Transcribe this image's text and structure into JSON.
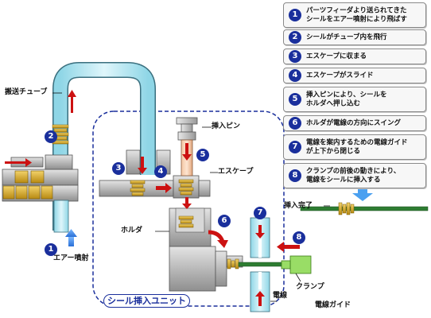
{
  "steps": [
    {
      "num": "1",
      "text": "パーツフィーダより送られてきた\nシールをエアー噴射により飛ばす"
    },
    {
      "num": "2",
      "text": "シールがチューブ内を飛行"
    },
    {
      "num": "3",
      "text": "エスケープに収まる"
    },
    {
      "num": "4",
      "text": "エスケープがスライド"
    },
    {
      "num": "5",
      "text": "挿入ピンにより、シールを\nホルダへ押し込む"
    },
    {
      "num": "6",
      "text": "ホルダが電線の方向にスイング"
    },
    {
      "num": "7",
      "text": "電線を案内するための電線ガイド\nが上下から閉じる"
    },
    {
      "num": "8",
      "text": "クランプの前後の動きにより、\n電線をシールに挿入する"
    }
  ],
  "labels": {
    "transfer_tube": "搬送チューブ",
    "insert_pin": "挿入ピン",
    "escape": "エスケープ",
    "holder": "ホルダ",
    "air_jet": "エアー噴射",
    "insert_complete": "挿入完了",
    "clamp": "クランプ",
    "wire": "電線",
    "wire_guide": "電線ガイド",
    "unit_title": "シール挿入ユニット"
  },
  "colors": {
    "badge": "#1a2f9c",
    "arrow": "#cc1111",
    "tube": "#a9e2ee",
    "unit_border": "#1a2f9c",
    "clamp": "#99dd66",
    "wire": "#2e7d32"
  }
}
